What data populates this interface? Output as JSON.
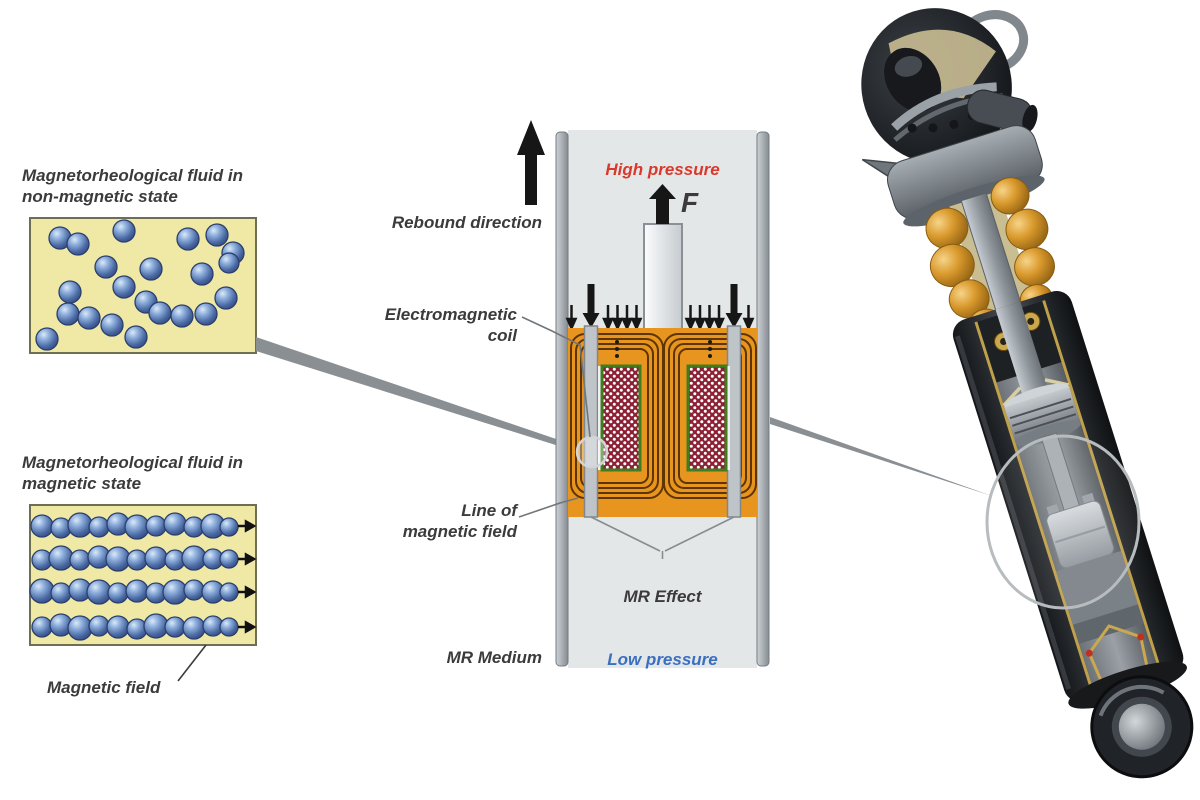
{
  "figure": {
    "left_panel": {
      "nonmagnetic_box": {
        "label_line1": "Magnetorheological fluid in",
        "label_line2": "non-magnetic state"
      },
      "magnetic_box": {
        "label_line1": "Magnetorheological fluid in",
        "label_line2": "magnetic state",
        "field_label": "Magnetic field"
      }
    },
    "center_diagram": {
      "rebound_direction": "Rebound direction",
      "high_pressure": "High pressure",
      "force": "F",
      "coil_label_line1": "Electromagnetic",
      "coil_label_line2": "coil",
      "field_line_label_line1": "Line of",
      "field_line_label_line2": "magnetic field",
      "mr_effect": "MR Effect",
      "mr_medium": "MR Medium",
      "low_pressure": "Low pressure"
    }
  },
  "colors": {
    "high_pressure": "#d9392c",
    "low_pressure": "#3a6fc0",
    "label_gray": "#3b3b3c",
    "fluid_box_yellow": "#f0e9a6",
    "coil_block_orange": "#e8951f",
    "particle_blue": "#5b7fba"
  }
}
